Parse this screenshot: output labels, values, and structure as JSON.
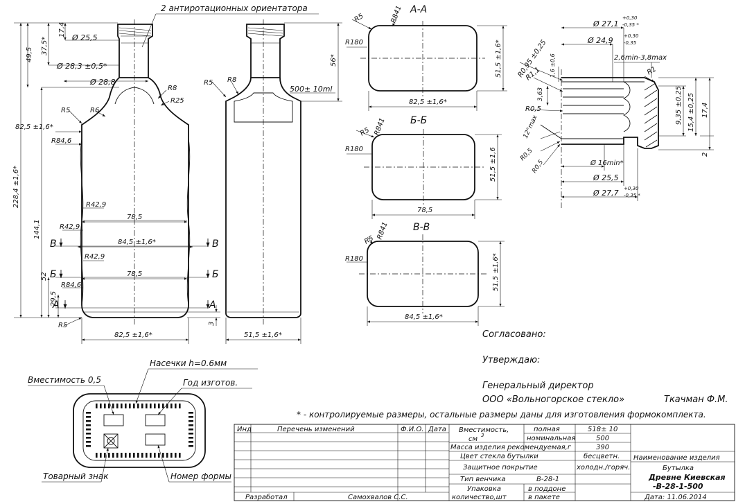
{
  "notes": {
    "antirotation": "2 антиротационных ориентатора",
    "volume_label": "500± 10ml",
    "controlled": "* - контролируемые размеры, остальные размеры даны для изготовления формокомплекта."
  },
  "sections": {
    "aa": "А-А",
    "bb": "Б-Б",
    "vv": "В-В",
    "cut_v": "В",
    "cut_b": "Б",
    "cut_a": "А"
  },
  "dims": {
    "d255": "Ø 25,5",
    "d283": "Ø 28,3 ±0,5*",
    "d288": "Ø 28,8",
    "h174": "17,4",
    "h375": "37,5*",
    "h495": "49,5",
    "h2284": "228,4 ±1,6*",
    "h1441": "144,1",
    "h52": "52",
    "h295": "29,5",
    "h3": "3",
    "h56": "56*",
    "w825t": "82,5 ±1,6*",
    "w825b": "82,5 ±1,6*",
    "w785a": "78,5",
    "w845": "84,5 ±1,6*",
    "w785b": "78,5",
    "w515": "51,5 ±1,6*",
    "r5a": "R5",
    "r6": "R6",
    "r8a": "R8",
    "r25": "R25",
    "r846a": "R84,6",
    "r429a": "R42,9",
    "r429b": "R42,9",
    "r429c": "R42,9",
    "r846b": "R84,6",
    "r5b": "R5",
    "r5c": "R5",
    "r8b": "R8",
    "aa_r5": "R5",
    "aa_r841": "R841",
    "aa_r180": "R180",
    "aa_w": "82,5 ±1,6*",
    "aa_h": "51,5 ±1,6*",
    "bb_r5": "R5",
    "bb_r841": "R841",
    "bb_r180": "R180",
    "bb_w": "78,5",
    "bb_h": "51,5 ±1,6",
    "vv_r5": "R5",
    "vv_r841": "R841",
    "vv_r180": "R180",
    "vv_w": "84,5 ±1,6*",
    "vv_h": "51,5 ±1,6*",
    "n_d271": "Ø 27,1",
    "n_d271_tol_up": "+0,30",
    "n_d271_tol_dn": "-0,35 *",
    "n_d249": "Ø 24,9",
    "n_d249_tol_up": "+0,30",
    "n_d249_tol_dn": "-0,35",
    "n_thread": "2,6min-3,8max",
    "n_r095": "R0,95 ±0,25",
    "n_16": "1,6 ±0,6",
    "n_r11": "R1,1",
    "n_363": "3,63",
    "n_r05a": "R0,5",
    "n_r1": "R1",
    "n_12max": "12°max",
    "n_r05b": "R0,5",
    "n_r05c": "R0,5",
    "n_935": "9,35 ±0,25",
    "n_154": "15,4 ±0,25",
    "n_174": "17,4",
    "n_2": "2",
    "n_d16": "Ø 16min*",
    "n_d255": "Ø 25,5",
    "n_d277": "Ø 27,7",
    "n_d277_tol_up": "+0,30",
    "n_d277_tol_dn": "-0,35 *"
  },
  "approval": {
    "agreed": "Согласовано:",
    "approve": "Утверждаю:",
    "director": "Генеральный директор",
    "company": "ООО «Вольногорское стекло»",
    "signer": "Ткачман Ф.М."
  },
  "bottom": {
    "capacity": "Вместимость 0,5",
    "notches": "Насечки h=0.6мм",
    "year": "Год изготов.",
    "trademark": "Товарный знак",
    "mold": "Номер формы"
  },
  "stamp": {
    "h_ind": "Инд",
    "h_changes": "Перечень изменений",
    "h_fio": "Ф.И.О.",
    "h_date": "Дата",
    "volume": "Вместимость,",
    "volume_unit": "см",
    "volume_unit_sup": "3",
    "full": "полная",
    "full_val": "518± 10",
    "nominal": "номинальная",
    "nominal_val": "500",
    "mass": "Масса изделия рекомендуемая,г",
    "mass_val": "390",
    "color": "Цвет стекла бутылки",
    "color_val": "бесцветн.",
    "coating": "Защитное покрытие",
    "coating_val": "холодн./горяч.",
    "crown": "Тип венчика",
    "crown_val": "В-28-1",
    "pack": "Упаковка",
    "pack2": "количество,шт",
    "pallet": "в поддоне",
    "inpack": "в пакете",
    "developed": "Разработал",
    "developer": "Самохвалов С.С.",
    "name_h": "Наименование изделия",
    "name1": "Бутылка",
    "name2": "Древне Киевская",
    "name3": "-В-28-1-500",
    "date": "Дата: 11.06.2014"
  }
}
